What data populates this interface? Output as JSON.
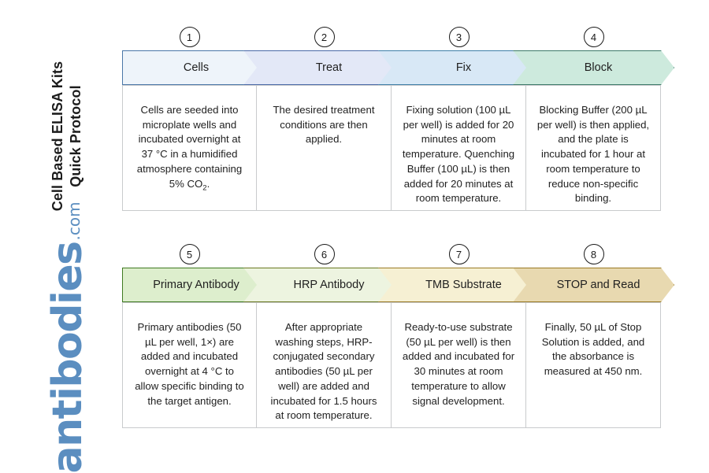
{
  "document": {
    "title_line_1": "Cell Based ELISA Kits",
    "title_line_2": "Quick Protocol"
  },
  "brand": {
    "name": "antibodies",
    "tld": ".com",
    "color": "#5b8ec0"
  },
  "rows": [
    {
      "row_id": "row-1",
      "steps": [
        {
          "number": "1",
          "label": "Cells",
          "fill": "#eef4fa",
          "stroke": "#4a77a8",
          "body": "Cells are seeded into microplate wells and incubated overnight at 37 °C in a humidified atmosphere containing 5% CO₂."
        },
        {
          "number": "2",
          "label": "Treat",
          "fill": "#e3e8f7",
          "stroke": "#4a6aa8",
          "body": "The desired treatment conditions are then applied."
        },
        {
          "number": "3",
          "label": "Fix",
          "fill": "#d8e8f6",
          "stroke": "#3f7fa8",
          "body": "Fixing solution (100 µL per well) is added for 20 minutes at room temperature. Quenching Buffer (100 µL) is then added for 20 minutes at room temperature."
        },
        {
          "number": "4",
          "label": "Block",
          "fill": "#cdeadd",
          "stroke": "#3d7a6a",
          "body": "Blocking Buffer (200 µL per well) is then applied, and the plate is incubated for 1 hour at room temperature to reduce non-specific binding."
        }
      ]
    },
    {
      "row_id": "row-2",
      "steps": [
        {
          "number": "5",
          "label": "Primary Antibody",
          "fill": "#ddeecd",
          "stroke": "#3f7a22",
          "body": "Primary antibodies (50 µL per well, 1×) are added and incubated overnight at 4 °C to allow specific binding to the target antigen."
        },
        {
          "number": "6",
          "label": "HRP Antibody",
          "fill": "#edf4e0",
          "stroke": "#6b7a22",
          "body": "After appropriate washing steps, HRP-conjugated secondary antibodies (50 µL per well) are added and incubated for 1.5 hours at room temperature."
        },
        {
          "number": "7",
          "label": "TMB Substrate",
          "fill": "#f6f0d3",
          "stroke": "#9a7a25",
          "body": "Ready-to-use substrate (50 µL per well) is then added and incubated for 30 minutes at room temperature to allow signal development."
        },
        {
          "number": "8",
          "label": "STOP and Read",
          "fill": "#e8d9b0",
          "stroke": "#9a7a25",
          "body": "Finally, 50 µL of Stop Solution is added, and the absorbance is measured at 450 nm."
        }
      ]
    }
  ]
}
